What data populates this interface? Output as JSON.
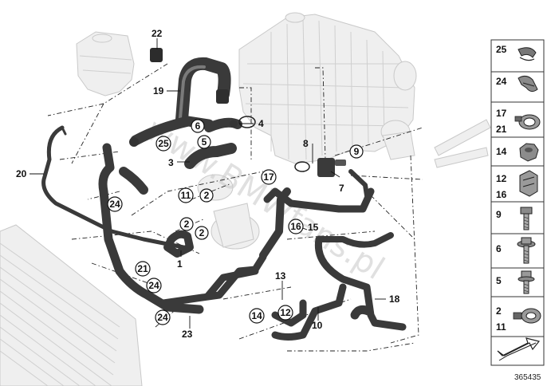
{
  "diagram": {
    "watermark": "www.BMWfans.pl",
    "doc_number": "365435",
    "callouts": [
      {
        "id": "c22",
        "text": "22",
        "circled": false
      },
      {
        "id": "c19",
        "text": "19",
        "circled": false
      },
      {
        "id": "c4",
        "text": "4",
        "circled": false
      },
      {
        "id": "c6",
        "text": "6",
        "circled": true
      },
      {
        "id": "c5",
        "text": "5",
        "circled": true
      },
      {
        "id": "c25",
        "text": "25",
        "circled": true
      },
      {
        "id": "c3",
        "text": "3",
        "circled": false
      },
      {
        "id": "c8",
        "text": "8",
        "circled": false
      },
      {
        "id": "c9",
        "text": "9",
        "circled": true
      },
      {
        "id": "c7",
        "text": "7",
        "circled": false
      },
      {
        "id": "c20",
        "text": "20",
        "circled": false
      },
      {
        "id": "c24a",
        "text": "24",
        "circled": true
      },
      {
        "id": "c11",
        "text": "11",
        "circled": true
      },
      {
        "id": "c2a",
        "text": "2",
        "circled": true
      },
      {
        "id": "c17",
        "text": "17",
        "circled": true
      },
      {
        "id": "c2b",
        "text": "2",
        "circled": true
      },
      {
        "id": "c2c",
        "text": "2",
        "circled": true
      },
      {
        "id": "c16",
        "text": "16",
        "circled": true
      },
      {
        "id": "c15",
        "text": "15",
        "circled": false
      },
      {
        "id": "c1",
        "text": "1",
        "circled": false
      },
      {
        "id": "c21",
        "text": "21",
        "circled": true
      },
      {
        "id": "c24b",
        "text": "24",
        "circled": true
      },
      {
        "id": "c13",
        "text": "13",
        "circled": false
      },
      {
        "id": "c18",
        "text": "18",
        "circled": false
      },
      {
        "id": "c14",
        "text": "14",
        "circled": true
      },
      {
        "id": "c12",
        "text": "12",
        "circled": true
      },
      {
        "id": "c10",
        "text": "10",
        "circled": false
      },
      {
        "id": "c24c",
        "text": "24",
        "circled": true
      },
      {
        "id": "c23",
        "text": "23",
        "circled": false
      }
    ],
    "sidebar": [
      {
        "labels": [
          "25"
        ],
        "icon": "open-clip-icon"
      },
      {
        "labels": [
          "24"
        ],
        "icon": "spring-clip-icon"
      },
      {
        "labels": [
          "17",
          "21"
        ],
        "icon": "hose-clamp-icon"
      },
      {
        "labels": [
          "14"
        ],
        "icon": "nut-icon"
      },
      {
        "labels": [
          "12",
          "16"
        ],
        "icon": "pipe-holder-icon"
      },
      {
        "labels": [
          "9"
        ],
        "icon": "hex-bolt-icon"
      },
      {
        "labels": [
          "6"
        ],
        "icon": "flange-bolt-icon"
      },
      {
        "labels": [
          "5"
        ],
        "icon": "collar-bolt-icon"
      },
      {
        "labels": [
          "2",
          "11"
        ],
        "icon": "clamp-band-icon"
      },
      {
        "labels": [],
        "icon": "direction-arrow-icon"
      }
    ]
  }
}
